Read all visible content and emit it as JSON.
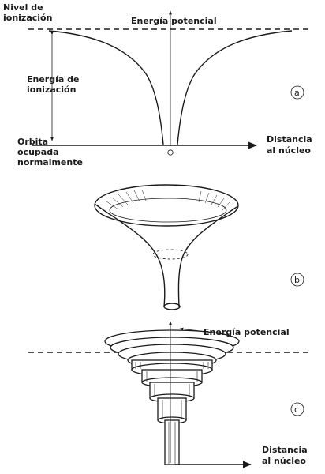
{
  "panel_a": {
    "nivel_line1": "Nivel de",
    "nivel_line2": "ionización",
    "energia_potencial": "Energía potencial",
    "energia_ion_line1": "Energía de",
    "energia_ion_line2": "ionización",
    "orbita_line1": "Orbita",
    "orbita_line2": "ocupada",
    "orbita_line3": "normalmente",
    "distancia_line1": "Distancia",
    "distancia_line2": "al núcleo",
    "origin": "o",
    "tag": "a"
  },
  "panel_b": {
    "tag": "b"
  },
  "panel_c": {
    "energia_potencial": "Energía potencial",
    "distancia_line1": "Distancia",
    "distancia_line2": "al núcleo",
    "tag": "c"
  }
}
